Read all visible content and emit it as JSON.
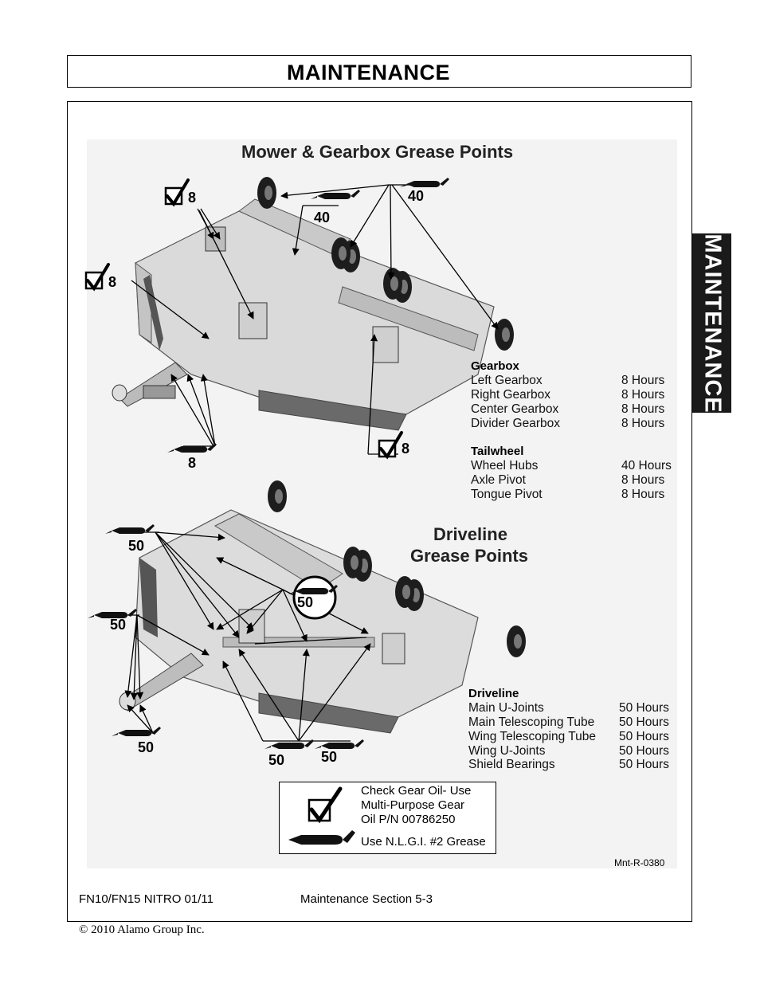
{
  "header": {
    "title": "MAINTENANCE"
  },
  "side_tab": {
    "label": "MAINTENANCE"
  },
  "mower_figure": {
    "title": "Mower & Gearbox Grease Points",
    "callouts": {
      "check_top": "8",
      "check_left": "8",
      "check_bottom": "8",
      "grease_left_bottom": "8",
      "grease_mid": "40",
      "grease_top_right": "40"
    }
  },
  "gearbox_schedule": {
    "heading": "Gearbox",
    "items": [
      {
        "label": "Left Gearbox",
        "value": "8 Hours"
      },
      {
        "label": "Right Gearbox",
        "value": "8 Hours"
      },
      {
        "label": "Center Gearbox",
        "value": "8 Hours"
      },
      {
        "label": "Divider Gearbox",
        "value": "8 Hours"
      }
    ]
  },
  "tailwheel_schedule": {
    "heading": "Tailwheel",
    "items": [
      {
        "label": "Wheel Hubs",
        "value": "40 Hours"
      },
      {
        "label": "Axle Pivot",
        "value": "8 Hours"
      },
      {
        "label": "Tongue Pivot",
        "value": "8 Hours"
      }
    ]
  },
  "driveline_figure": {
    "title_line1": "Driveline",
    "title_line2": "Grease Points",
    "callouts": {
      "top_left": "50",
      "mid_left": "50",
      "bottom_left": "50",
      "circled": "50",
      "bottom_center_a": "50",
      "bottom_center_b": "50"
    }
  },
  "driveline_schedule": {
    "heading": "Driveline",
    "items": [
      {
        "label": "Main U-Joints",
        "value": "50 Hours"
      },
      {
        "label": "Main Telescoping Tube",
        "value": "50 Hours"
      },
      {
        "label": "Wing Telescoping Tube",
        "value": "50 Hours"
      },
      {
        "label": "Wing U-Joints",
        "value": "50 Hours"
      },
      {
        "label": "Shield Bearings",
        "value": "50 Hours"
      }
    ]
  },
  "legend": {
    "check_line1": "Check Gear Oil- Use",
    "check_line2": "Multi-Purpose Gear",
    "check_line3": "Oil P/N 00786250",
    "grease_text": "Use N.L.G.I. #2 Grease"
  },
  "figure_id": "Mnt-R-0380",
  "footer": {
    "model": "FN10/FN15 NITRO 01/11",
    "section": "Maintenance Section 5-3",
    "copyright": "© 2010 Alamo Group Inc."
  }
}
